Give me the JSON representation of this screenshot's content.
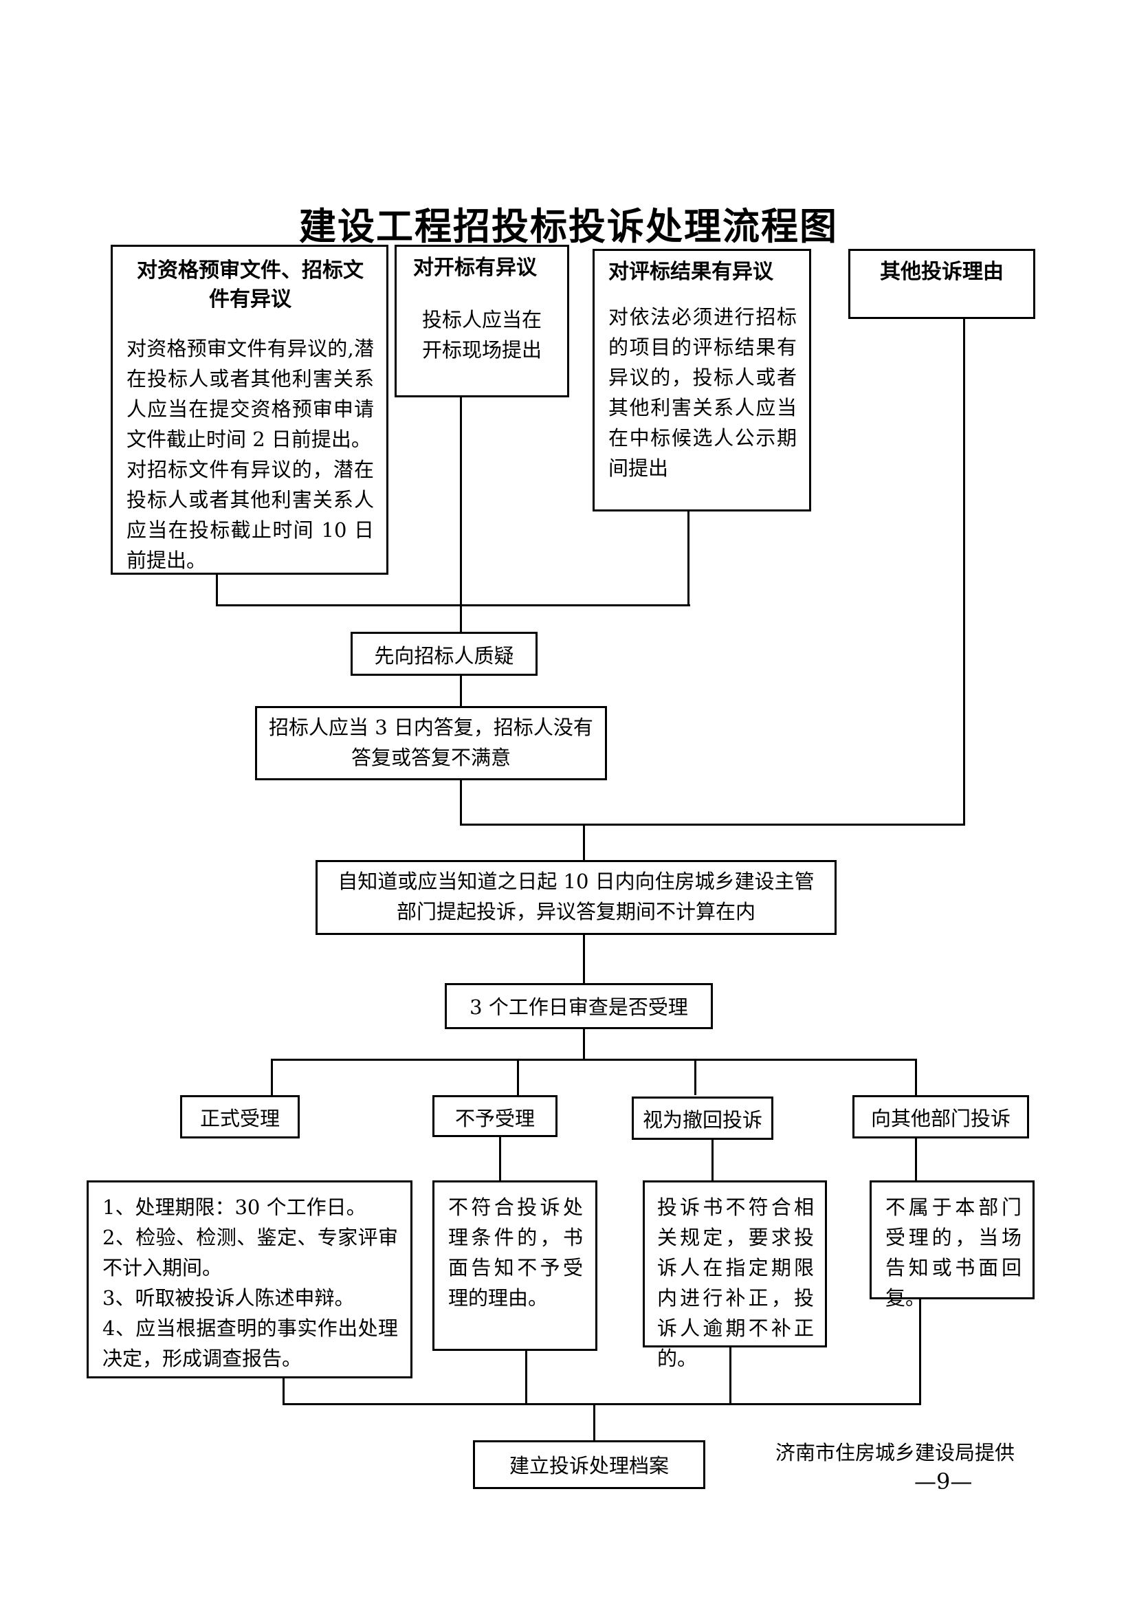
{
  "title": "建设工程招投标投诉处理流程图",
  "objections": {
    "prequal": {
      "heading": "对资格预审文件、招标文件有异议",
      "text1": "对资格预审文件有异议的,潜在投标人或者其他利害关系人应当在提交资格预审申请文件截止时间 2 日前提出。",
      "text2": "对招标文件有异议的，潜在投标人或者其他利害关系人应当在投标截止时间 10 日前提出。"
    },
    "opening": {
      "heading": "对开标有异议",
      "text": "投标人应当在开标现场提出"
    },
    "evaluation": {
      "heading": "对评标结果有异议",
      "text": "对依法必须进行招标的项目的评标结果有异议的，投标人或者其他利害关系人应当在中标候选人公示期间提出"
    },
    "other": {
      "heading": "其他投诉理由"
    }
  },
  "steps": {
    "query": "先向招标人质疑",
    "reply": "招标人应当 3 日内答复，招标人没有答复或答复不满意",
    "complaint": "自知道或应当知道之日起 10 日内向住房城乡建设主管部门提起投诉，异议答复期间不计算在内",
    "review": "3 个工作日审查是否受理"
  },
  "outcomes": {
    "accept": {
      "label": "正式受理",
      "items": [
        "1、处理期限：30 个工作日。",
        "2、检验、检测、鉴定、专家评审不计入期间。",
        "3、听取被投诉人陈述申辩。",
        "4、应当根据查明的事实作出处理决定，形成调查报告。"
      ]
    },
    "reject": {
      "label": "不予受理",
      "text": "不符合投诉处理条件的，书面告知不予受理的理由。"
    },
    "withdraw": {
      "label": "视为撤回投诉",
      "text": "投诉书不符合相关规定，要求投诉人在指定期限内进行补正，投诉人逾期不补正的。"
    },
    "other_dept": {
      "label": "向其他部门投诉",
      "text": "不属于本部门受理的，当场告知或书面回复。"
    }
  },
  "archive": "建立投诉处理档案",
  "footer": {
    "provider": "济南市住房城乡建设局提供",
    "page": "—9—"
  }
}
